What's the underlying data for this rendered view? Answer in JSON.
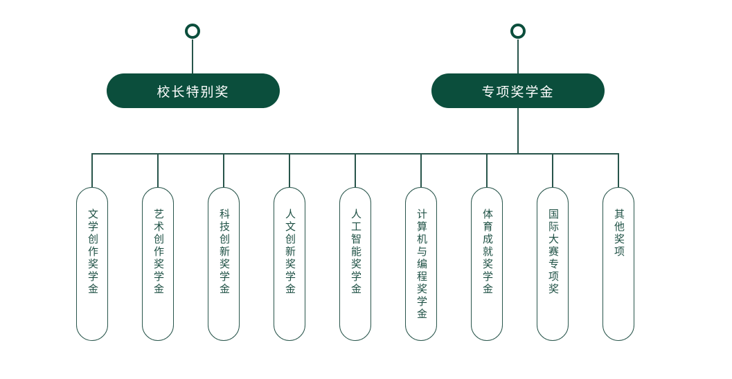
{
  "palette": {
    "node_fill": "#0b4e3c",
    "node_text": "#ffffff",
    "line": "#27544a",
    "branch_text": "#1e5044",
    "bg": "#ffffff"
  },
  "tree": {
    "roots": [
      {
        "label": "校长特别奖",
        "children": []
      },
      {
        "label": "专项奖学金",
        "children": [
          "文学创作奖学金",
          "艺术创作奖学金",
          "科技创新奖学金",
          "人文创新奖学金",
          "人工智能奖学金",
          "计算机与编程奖学金",
          "体育成就奖学金",
          "国际大赛专项奖",
          "其他奖项"
        ]
      }
    ]
  }
}
